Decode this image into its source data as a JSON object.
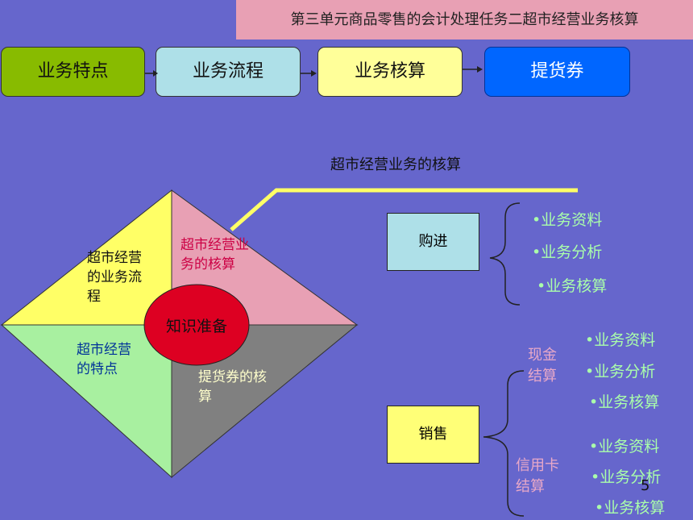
{
  "header": {
    "title": "第三单元商品零售的会计处理任务二超市经营业务核算"
  },
  "steps": [
    "业务特点",
    "业务流程",
    "业务核算",
    "提货券"
  ],
  "main_title": "超市经营业务的核算",
  "diagram": {
    "top_left": [
      "超市经营",
      "的业务流",
      "程"
    ],
    "top_right": [
      "超市经营业",
      "务的核算"
    ],
    "bottom_left": [
      "超市经营",
      "的特点"
    ],
    "bottom_right": [
      "提货券的核",
      "算"
    ],
    "center": "知识准备"
  },
  "purchase": {
    "label": "购进",
    "items": [
      "•业务资料",
      "•业务分析",
      "•业务核算"
    ]
  },
  "sales": {
    "label": "销售",
    "cash": {
      "label": [
        "现金",
        "结算"
      ],
      "items": [
        "•业务资料",
        "•业务分析",
        "•业务核算"
      ]
    },
    "card": {
      "label": [
        "信用卡",
        "结算"
      ],
      "items": [
        "•业务资料",
        "•业务分析",
        "•业务核算"
      ]
    }
  },
  "page_number": "5",
  "colors": {
    "background": "#6666cc",
    "header": "#e8a0b4",
    "step1": "#88bb00",
    "step2": "#aee0e8",
    "step3": "#ffff99",
    "step4": "#0066ff",
    "quad_top_left": "#ffff66",
    "quad_top_right": "#e8a0b4",
    "quad_bottom_left": "#a8f0a0",
    "quad_bottom_right": "#808080",
    "center": "#dd0022",
    "bullet_text": "#aaffaa"
  }
}
